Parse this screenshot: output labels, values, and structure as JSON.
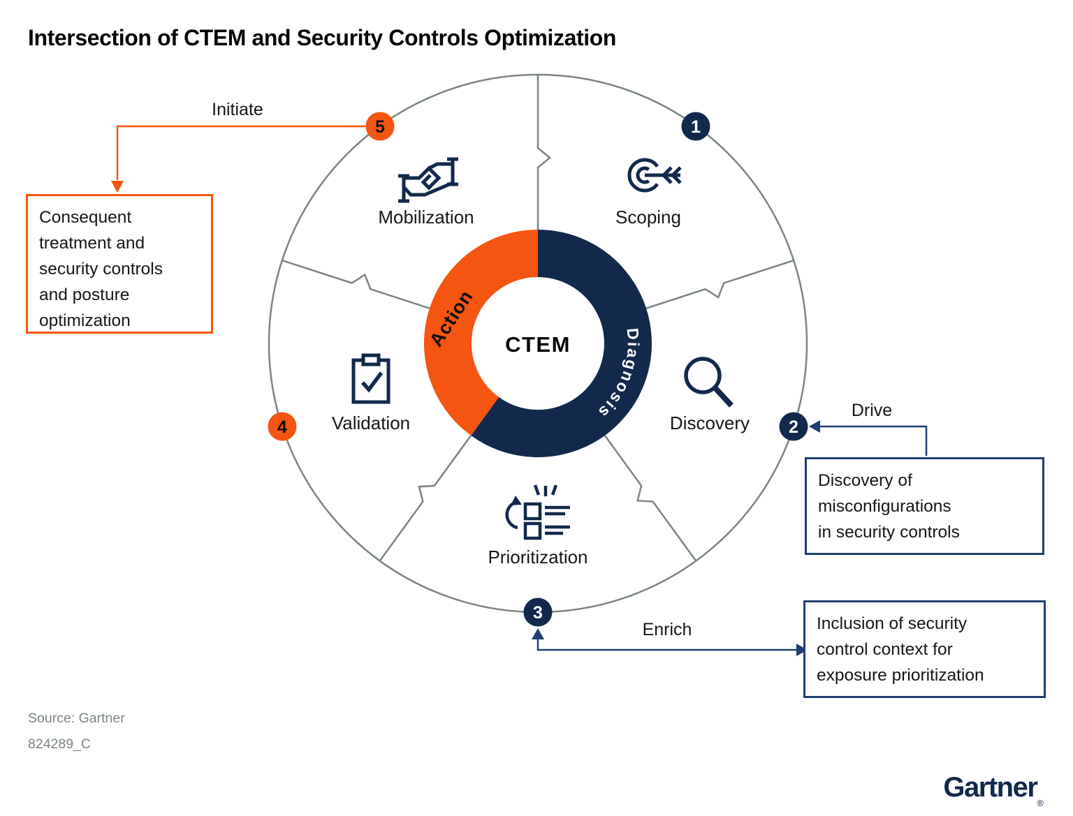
{
  "header": {
    "title": "Intersection of CTEM and Security Controls Optimization"
  },
  "center": {
    "label": "CTEM",
    "diagnosis": "Diagnosis",
    "action": "Action"
  },
  "steps": [
    {
      "num": "1",
      "label": "Scoping"
    },
    {
      "num": "2",
      "label": "Discovery"
    },
    {
      "num": "3",
      "label": "Prioritization"
    },
    {
      "num": "4",
      "label": "Validation"
    },
    {
      "num": "5",
      "label": "Mobilization"
    }
  ],
  "callouts": {
    "initiate": {
      "arrow_label": "Initiate",
      "box_text": "Consequent\ntreatment and\nsecurity controls\nand posture\noptimization"
    },
    "drive": {
      "arrow_label": "Drive",
      "box_text": "Discovery of\nmisconfigurations\nin security controls"
    },
    "enrich": {
      "arrow_label": "Enrich",
      "box_text": "Inclusion of security\ncontrol context for\nexposure prioritization"
    }
  },
  "colors": {
    "navy": "#12294B",
    "navy_line": "#1E3F6F",
    "orange": "#F45510",
    "circle_gray": "#7A8583",
    "text_dark": "#161616",
    "muted_gray": "#7A8487"
  },
  "footer": {
    "source": "Source: Gartner",
    "doc_id": "824289_C",
    "logo": "Gartner",
    "reg": "®"
  }
}
